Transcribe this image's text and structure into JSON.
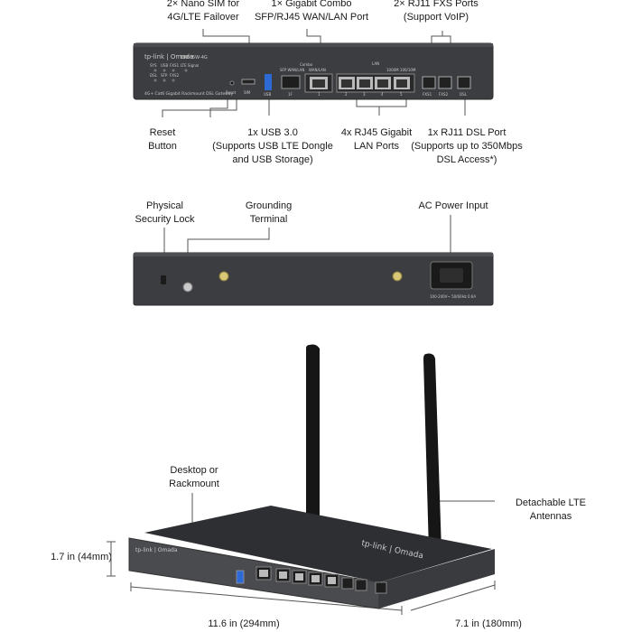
{
  "top_panel": {
    "callouts_above": {
      "sim": "2× Nano SIM for\n4G/LTE Failover",
      "combo": "1× Gigabit Combo\nSFP/RJ45 WAN/LAN Port",
      "fxs": "2× RJ11 FXS Ports\n(Support VoIP)"
    },
    "callouts_below": {
      "reset": "Reset\nButton",
      "usb": "1x USB 3.0\n(Supports USB LTE Dongle\nand USB Storage)",
      "lan": "4x RJ45 Gigabit\nLAN Ports",
      "dsl": "1x RJ11 DSL Port\n(Supports up to 350Mbps\nDSL Access*)"
    },
    "brand": "tp-link | Omada",
    "model": "ER605W-4G",
    "leds": [
      "SYS",
      "USB",
      "FXS1",
      "LTE Signal",
      "DSL",
      "SFP",
      "FXS2"
    ],
    "port_labels": {
      "reset": "Reset",
      "sim": "SIM",
      "usb": "USB",
      "combo_header": "Combo",
      "sfp_header": "SFP WAN/LAN",
      "wan_header": "WAN/LAN",
      "lan_header": "LAN",
      "speed": "1000M  100/10M",
      "port1": "1",
      "port2": "2",
      "port3": "3",
      "port4": "4",
      "port5": "5",
      "fxs1": "FXS1",
      "fxs2": "FXS2",
      "dsl": "DSL",
      "sfp": "1F"
    },
    "subtitle": "4G+ Cat6 Gigabit Rackmount DSL Gateway"
  },
  "rear_panel": {
    "callouts": {
      "lock": "Physical\nSecurity Lock",
      "ground": "Grounding\nTerminal",
      "power": "AC Power Input"
    },
    "power_spec": "100-240V~ 50/60Hz 0.6A"
  },
  "perspective": {
    "callouts": {
      "mount": "Desktop or\nRackmount",
      "antennas": "Detachable LTE\nAntennas",
      "height": "1.7 in (44mm)",
      "width": "11.6 in (294mm)",
      "depth": "7.1 in (180mm)"
    },
    "top_logo": "tp-link | Omada"
  }
}
